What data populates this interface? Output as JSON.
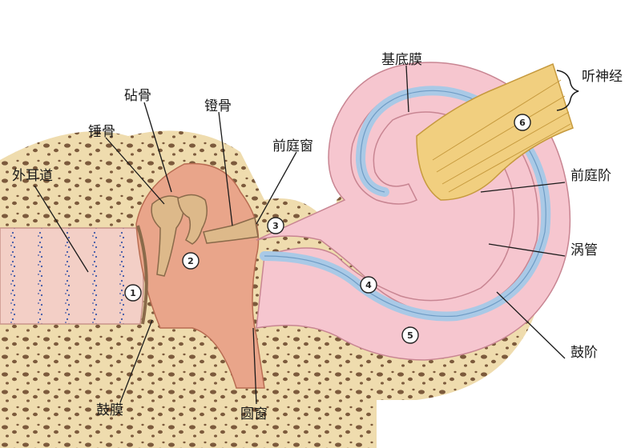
{
  "labels": {
    "incus": "砧骨",
    "stapes": "镫骨",
    "basilar_membrane": "基底膜",
    "auditory_nerve": "听神经",
    "malleus": "锤骨",
    "oval_window": "前庭窗",
    "ear_canal": "外耳道",
    "scala_vestibuli": "前庭阶",
    "cochlear_duct": "涡管",
    "scala_tympani": "鼓阶",
    "eardrum": "鼓膜",
    "round_window": "圆窗"
  },
  "markers": [
    "1",
    "2",
    "3",
    "4",
    "5",
    "6"
  ],
  "colors": {
    "bone": "#efdcae",
    "bone_pore": "#7c5a3c",
    "canal": "#f3cfc6",
    "canal_dots": "#3d57a8",
    "middle_ear": "#e9a58a",
    "ossicle": "#ddb98a",
    "cochlea": "#f6c6cf",
    "duct": "#a9c9e6",
    "nerve": "#f1cf7f",
    "leader": "#1a1a1a"
  }
}
